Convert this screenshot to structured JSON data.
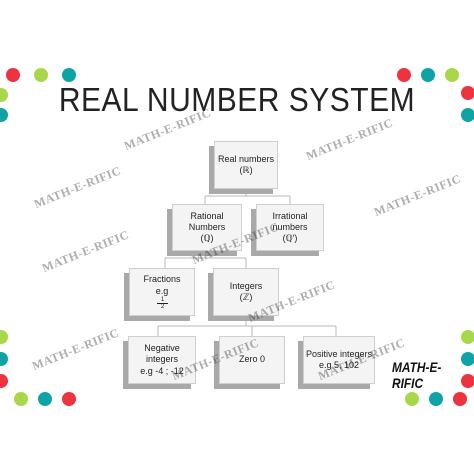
{
  "title": "REAL NUMBER SYSTEM",
  "watermark": "MATH-E-RIFIC",
  "logo": "MATH-E-RIFIC",
  "colors": {
    "teal": "#0fa3a5",
    "red": "#ee3340",
    "green": "#a8d84a",
    "node_bg": "#f4f4f4",
    "shadow": "#a9a9a9"
  },
  "nodes": {
    "real": {
      "label": "Real numbers",
      "symbol": "(ℝ)"
    },
    "rational": {
      "label": "Rational Numbers",
      "symbol": "(ℚ)"
    },
    "irrational": {
      "label": "Irrational numbers",
      "symbol": "(ℚ′)"
    },
    "fractions": {
      "label": "Fractions",
      "example": "e.g",
      "frac_num": "1",
      "frac_den": "2"
    },
    "integers": {
      "label": "Integers",
      "symbol": "(ℤ)"
    },
    "negative": {
      "label": "Negative integers",
      "example": "e.g -4 ; -12"
    },
    "zero": {
      "label": "Zero 0"
    },
    "positive": {
      "label": "Positive integers",
      "example": "e.g 5, 102"
    }
  }
}
